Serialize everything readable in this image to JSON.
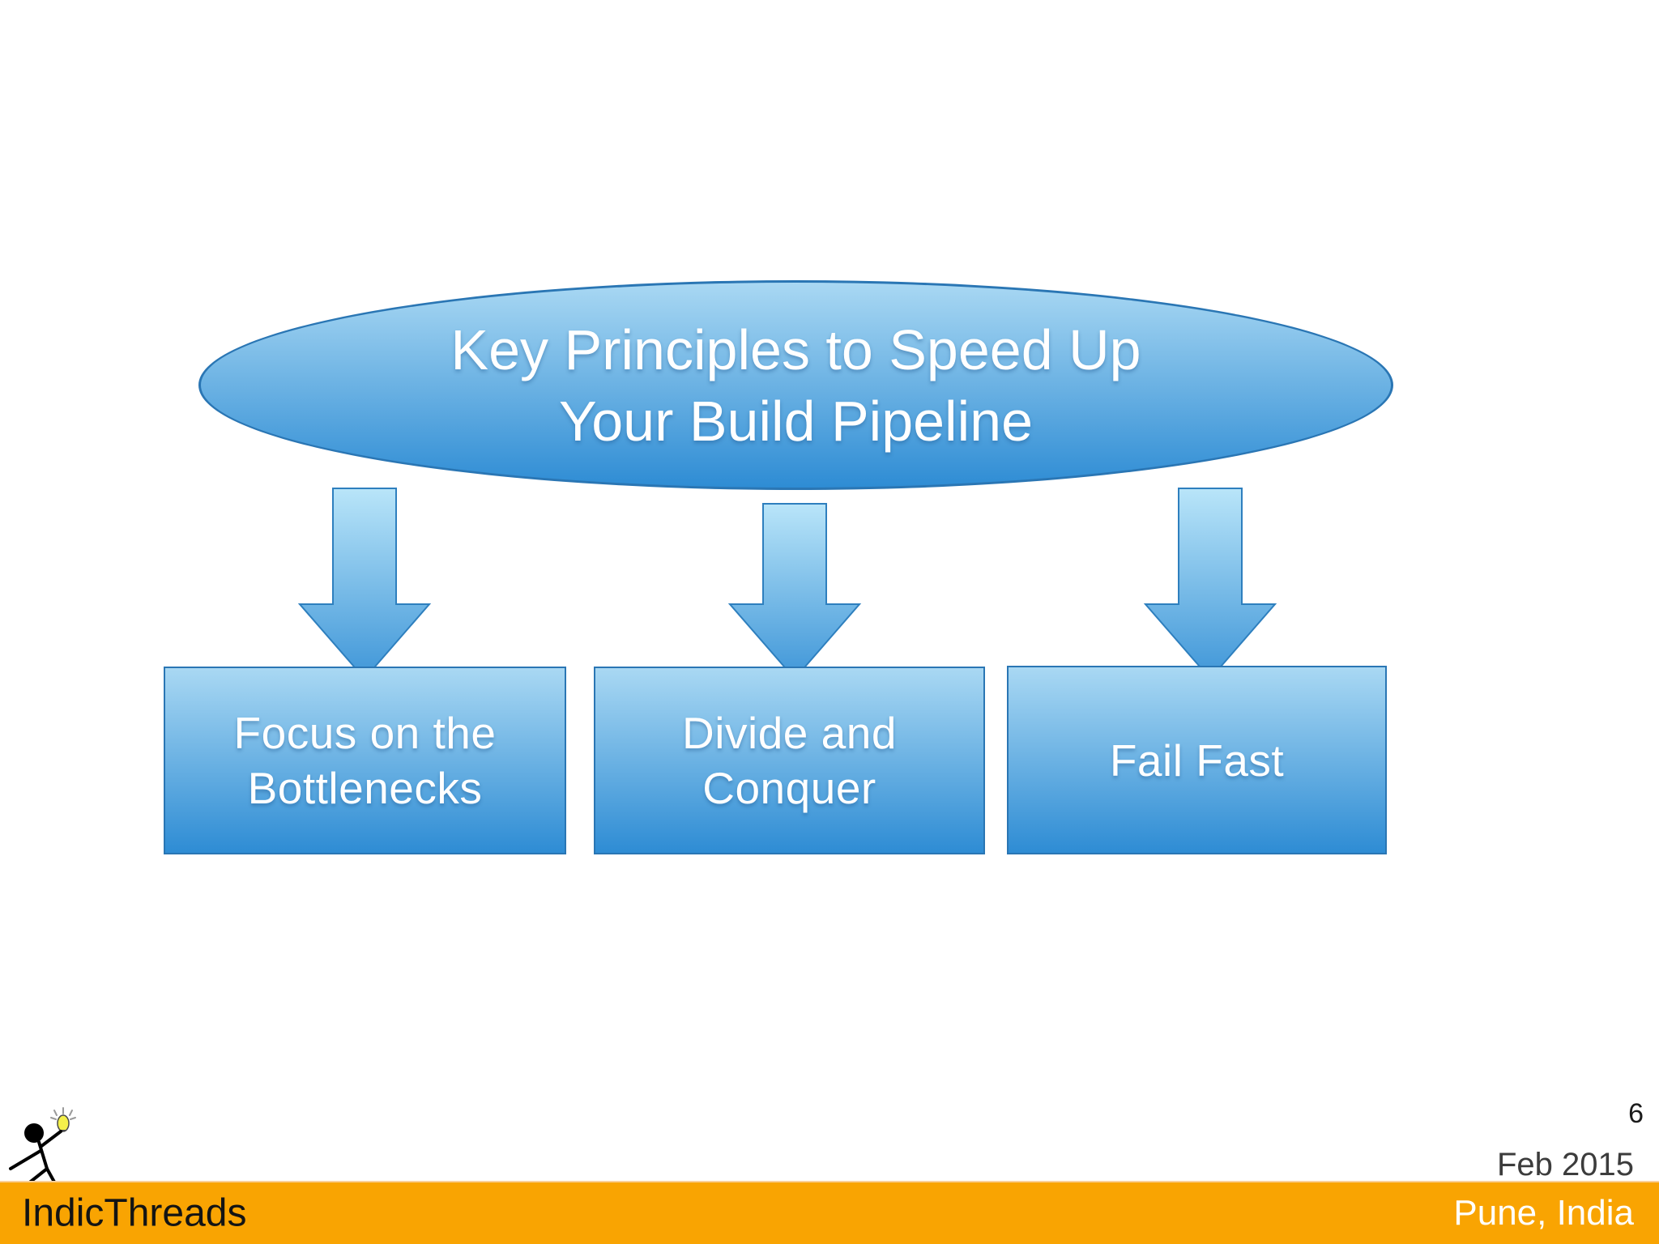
{
  "slide": {
    "ellipse_title": {
      "lines": [
        "Key Principles to Speed Up",
        "Your Build Pipeline"
      ]
    },
    "boxes": [
      {
        "lines": [
          "Focus on the",
          "Bottlenecks"
        ]
      },
      {
        "lines": [
          "Divide and",
          "Conquer"
        ]
      },
      {
        "lines": [
          "Fail Fast"
        ]
      }
    ],
    "page_number": "6",
    "date": "Feb 2015"
  },
  "footer": {
    "brand": "IndicThreads",
    "location": "Pune, India"
  },
  "icons": {
    "logo": "stickman-lightbulb-icon",
    "arrows": "down-arrow-icon"
  },
  "colors": {
    "shape_grad_top": "#A9D8F3",
    "shape_grad_bottom": "#2E8CD4",
    "arrow_grad_top": "#B9E5F9",
    "arrow_grad_bottom": "#3F96D8",
    "shape_border": "#2A76B4",
    "title_text": "#FFFFFF",
    "box_text": "#FFFFFF",
    "footer_bar": "#F9A402",
    "brand_text": "#141414",
    "location_text": "#FFFFFF",
    "date_text": "#3C3C3C",
    "page_number_text": "#1B1B1B"
  }
}
